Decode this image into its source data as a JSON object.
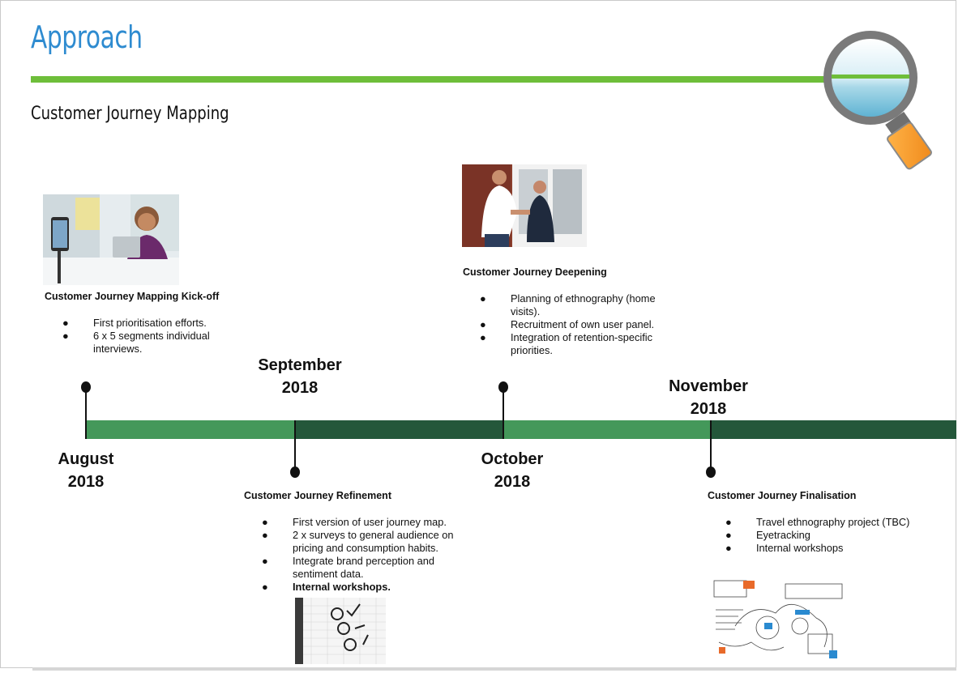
{
  "header": {
    "title": "Approach",
    "subtitle": "Customer Journey Mapping"
  },
  "colors": {
    "title_blue": "#2e8bd0",
    "rule_green": "#6ebe3a",
    "timeline_light": "#44985a",
    "timeline_dark": "#24573a"
  },
  "timeline": {
    "months": {
      "august": {
        "name": "August",
        "year": "2018"
      },
      "september": {
        "name": "September",
        "year": "2018"
      },
      "october": {
        "name": "October",
        "year": "2018"
      },
      "november": {
        "name": "November",
        "year": "2018"
      }
    }
  },
  "phases": {
    "kickoff": {
      "title": "Customer Journey Mapping Kick-off",
      "bullets": [
        "First prioritisation efforts.",
        "6 x 5 segments individual interviews."
      ],
      "image": "woman-video-interview-photo"
    },
    "refinement": {
      "title": "Customer Journey Refinement",
      "bullets": [
        "First version of user journey map.",
        "2 x surveys to general audience on pricing and consumption habits.",
        "Integrate brand perception and sentiment data.",
        "Internal workshops."
      ],
      "image": "smiley-checklist-notebook-photo"
    },
    "deepening": {
      "title": "Customer Journey Deepening",
      "bullets": [
        "Planning of ethnography (home visits).",
        "Recruitment of own user panel.",
        "Integration of retention-specific priorities."
      ],
      "image": "doorstep-handshake-photo"
    },
    "finalisation": {
      "title": "Customer Journey Finalisation",
      "bullets": [
        "Travel ethnography project (TBC)",
        "Eyetracking",
        "Internal workshops"
      ],
      "image": "sketchnote-journey-map"
    }
  },
  "bullet_glyph": "●",
  "icons": {
    "magnifier": "magnifying-glass-icon"
  }
}
